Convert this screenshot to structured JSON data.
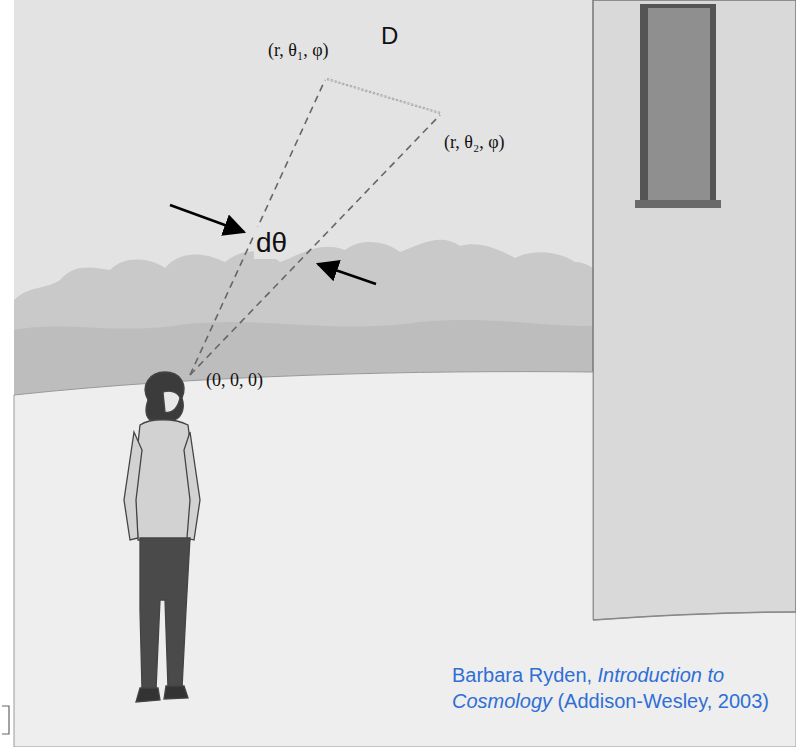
{
  "diagram": {
    "labels": [
      "(r, θ₁, φ)",
      "D",
      "(r, θ₂, φ)",
      "dθ",
      "(0, 0, 0)",
      "Barbara Ryden,",
      "Introduction to Cosmology",
      "(Addison-Wesley, 2003)"
    ]
  }
}
